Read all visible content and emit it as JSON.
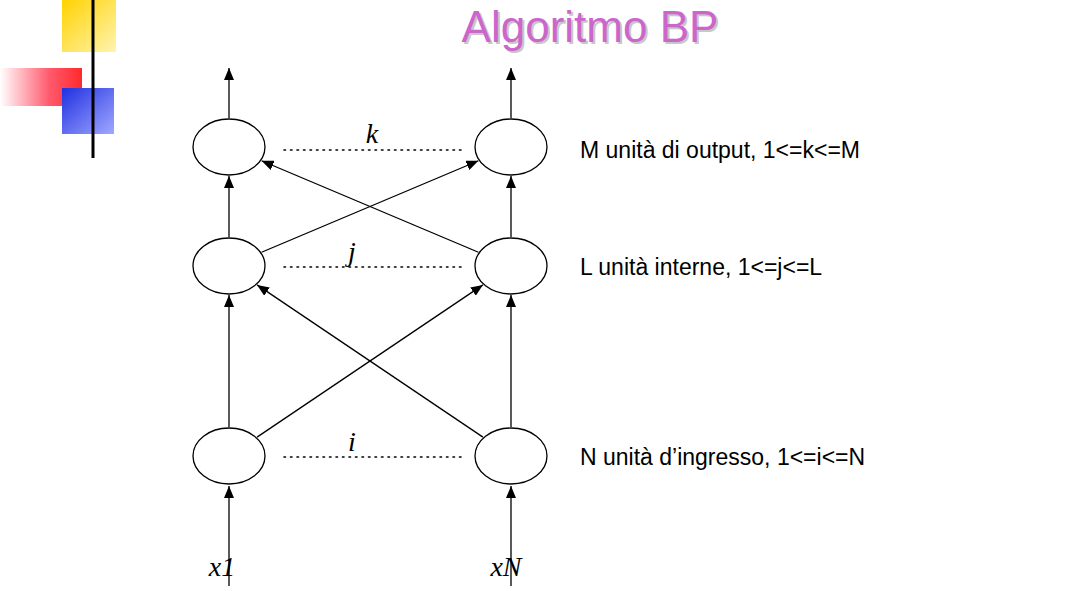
{
  "diagram": {
    "title": "Algoritmo BP",
    "nodes": [
      {
        "text": []
      },
      {
        "text": []
      },
      {
        "text": []
      },
      {
        "text": []
      },
      {
        "text": []
      },
      {
        "text": []
      }
    ],
    "edges": [
      {
        "from": 4,
        "to": 2,
        "arrow": "to"
      },
      {
        "from": 4,
        "to": 3,
        "arrow": "to"
      },
      {
        "from": 5,
        "to": 2,
        "arrow": "to"
      },
      {
        "from": 5,
        "to": 3,
        "arrow": "to"
      },
      {
        "from": 2,
        "to": 0,
        "arrow": "to"
      },
      {
        "from": 2,
        "to": 1,
        "arrow": "to"
      },
      {
        "from": 3,
        "to": 0,
        "arrow": "to"
      },
      {
        "from": 3,
        "to": 1,
        "arrow": "to"
      }
    ],
    "labels": [
      "k",
      "M unità di output, 1<=k<=M",
      "j",
      "L unità interne, 1<=j<=L",
      "i",
      "N unità d’ingresso, 1<=i<=N",
      "x1",
      "xN"
    ]
  }
}
